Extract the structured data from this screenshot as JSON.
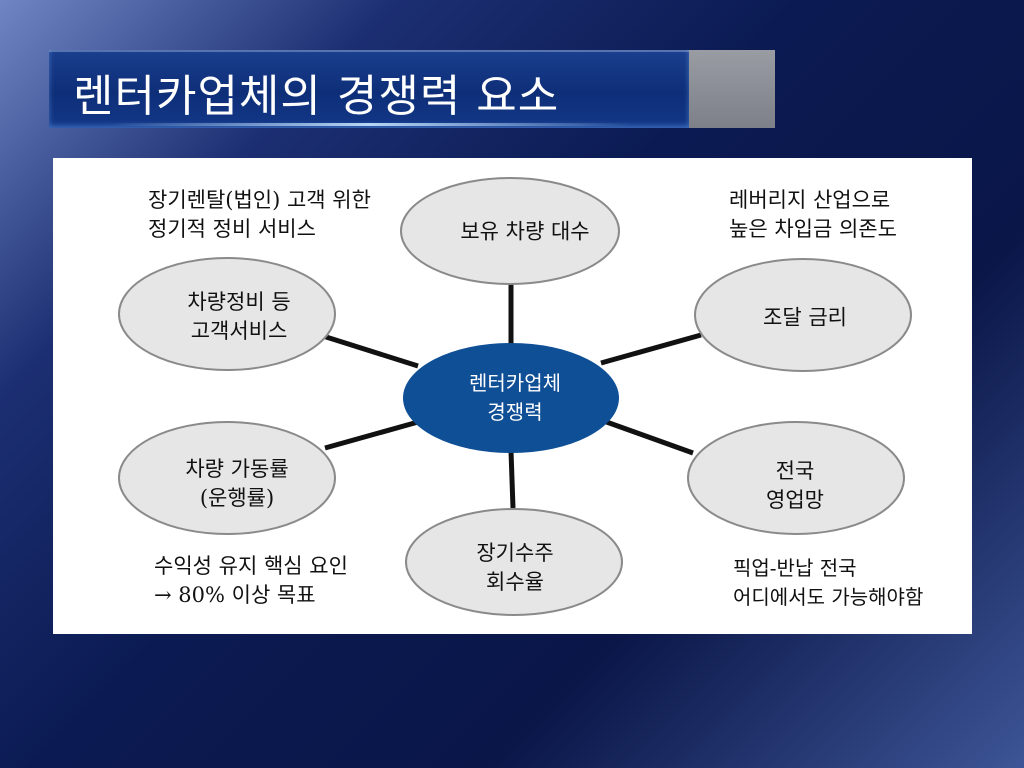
{
  "slide": {
    "title": "렌터카업체의 경쟁력 요소"
  },
  "diagram": {
    "center": {
      "line1": "렌터카업체",
      "line2": "경쟁력"
    },
    "nodes": [
      {
        "id": "fleet",
        "line1": "보유 차량 대수",
        "line2": ""
      },
      {
        "id": "funding-rate",
        "line1": "조달 금리",
        "line2": ""
      },
      {
        "id": "network",
        "line1": "전국",
        "line2": "영업망"
      },
      {
        "id": "collection",
        "line1": "장기수주",
        "line2": "회수율"
      },
      {
        "id": "utilization",
        "line1": "차량 가동률",
        "line2": "(운행률)"
      },
      {
        "id": "maintenance",
        "line1": "차량정비 등",
        "line2": "고객서비스"
      }
    ],
    "notes": {
      "top_left": {
        "line1": "장기렌탈(법인) 고객 위한",
        "line2": "정기적 정비 서비스"
      },
      "top_right": {
        "line1": "레버리지 산업으로",
        "line2": "높은 차입금 의존도"
      },
      "bottom_left": {
        "line1": "수익성 유지 핵심 요인",
        "line2": "→ 80% 이상 목표"
      },
      "bottom_right": {
        "line1": "픽업-반납 전국",
        "line2": "어디에서도 가능해야함"
      }
    }
  },
  "colors": {
    "center_fill": "#0f4f96",
    "node_fill": "#e6e6e6",
    "node_stroke": "#888888",
    "connector": "#111111"
  }
}
